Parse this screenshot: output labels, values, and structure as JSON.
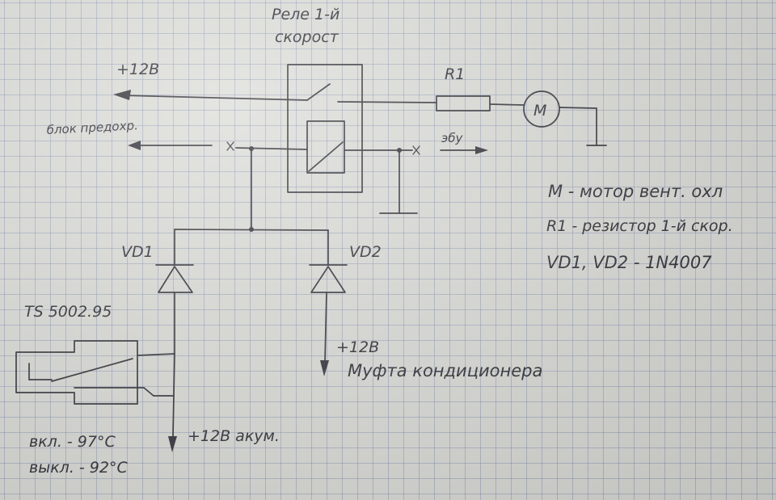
{
  "labels": {
    "relay_title_1": "Реле 1-й",
    "relay_title_2": "скорост",
    "plus12_top": "+12В",
    "fuse_block": "блок предохр.",
    "r1": "R1",
    "motor": "M",
    "ecu": "эбу",
    "vd1": "VD1",
    "vd2": "VD2",
    "sensor": "TS 5002.95",
    "plus12_clutch": "+12В",
    "clutch": "Муфта кондиционера",
    "plus12_battery": "+12В акум.",
    "on_temp": "вкл. - 97°С",
    "off_temp": "выкл. - 92°С"
  },
  "legend": [
    "M - мотор вент. охл",
    "R1 - резистор 1-й скор.",
    "VD1, VD2 - 1N4007"
  ],
  "colors": {
    "ink": "#2f2f36",
    "paper": "#dcdcd8",
    "grid": "#7d8caf"
  }
}
